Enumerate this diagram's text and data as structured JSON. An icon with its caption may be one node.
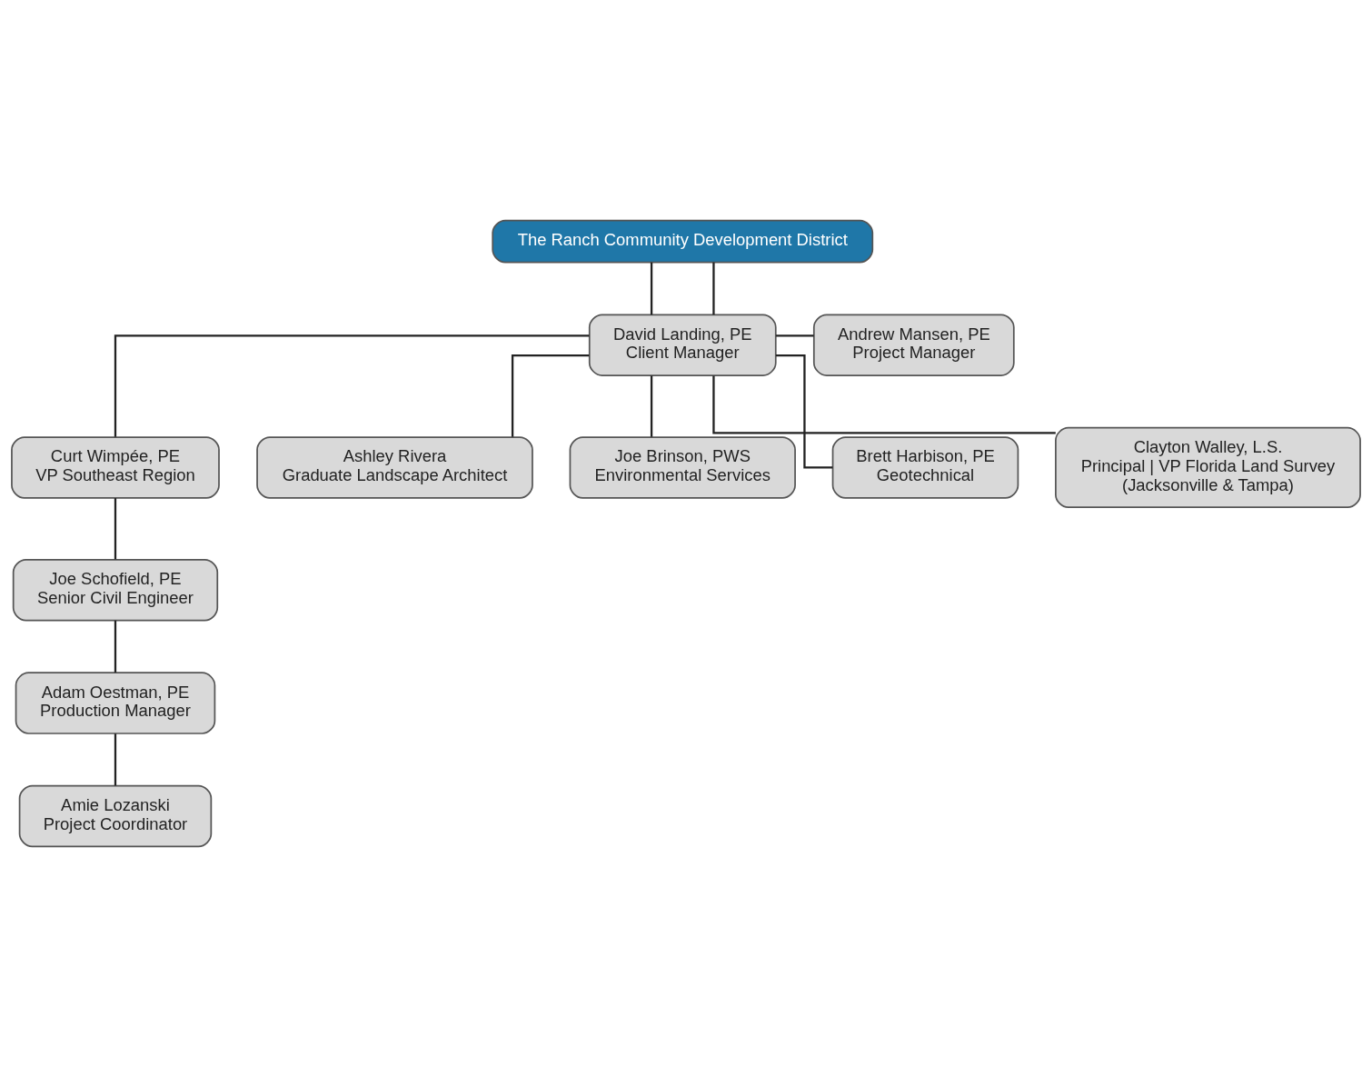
{
  "diagram": {
    "nodes": [
      {
        "text": [
          "The Ranch Community Development District"
        ]
      },
      {
        "text": [
          "David Landing, PE",
          "Client Manager"
        ]
      },
      {
        "text": [
          "Andrew Mansen, PE",
          "Project Manager"
        ]
      },
      {
        "text": [
          "Curt Wimpée, PE",
          "VP Southeast Region"
        ]
      },
      {
        "text": [
          "Ashley Rivera",
          "Graduate Landscape Architect"
        ]
      },
      {
        "text": [
          "Joe Brinson, PWS",
          "Environmental Services"
        ]
      },
      {
        "text": [
          "Brett Harbison, PE",
          "Geotechnical"
        ]
      },
      {
        "text": [
          "Joe Schofield, PE",
          "Senior Civil Engineer"
        ]
      },
      {
        "text": [
          "Clayton Walley, L.S.",
          "Principal | VP Florida Land Survey",
          "(Jacksonville & Tampa)"
        ]
      },
      {
        "text": [
          "Adam Oestman, PE",
          "Production Manager"
        ]
      },
      {
        "text": [
          "Amie Lozanski",
          "Project Coordinator"
        ]
      }
    ],
    "edges": [
      {
        "from": 0,
        "to": 1,
        "arrow": "none"
      },
      {
        "from": 0,
        "to": 1,
        "arrow": "none"
      },
      {
        "from": 1,
        "to": 2,
        "arrow": "none"
      },
      {
        "from": 1,
        "to": 3,
        "arrow": "none"
      },
      {
        "from": 1,
        "to": 4,
        "arrow": "none"
      },
      {
        "from": 1,
        "to": 5,
        "arrow": "none"
      },
      {
        "from": 1,
        "to": 6,
        "arrow": "none"
      },
      {
        "from": 1,
        "to": 8,
        "arrow": "none"
      },
      {
        "from": 3,
        "to": 7,
        "arrow": "none"
      },
      {
        "from": 7,
        "to": 9,
        "arrow": "none"
      },
      {
        "from": 9,
        "to": 10,
        "arrow": "none"
      }
    ]
  }
}
